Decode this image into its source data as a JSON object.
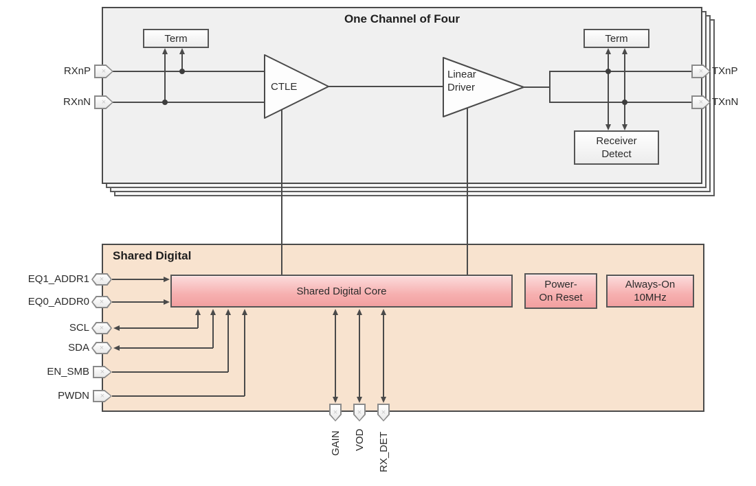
{
  "pin_glyph": "×",
  "top_block": {
    "title": "One Channel of Four",
    "term_left_label": "Term",
    "term_right_label": "Term",
    "ctle_label": "CTLE",
    "linear_driver_label": "Linear\nDriver",
    "receiver_detect_label": "Receiver\nDetect",
    "pin_rxnp": "RXnP",
    "pin_rxnn": "RXnN",
    "pin_txnp": "TXnP",
    "pin_txnn": "TXnN"
  },
  "shared_block": {
    "title": "Shared Digital",
    "core_label": "Shared Digital Core",
    "power_on_reset_label": "Power-\nOn Reset",
    "always_on_label": "Always-On\n10MHz",
    "pin_eq1": "EQ1_ADDR1",
    "pin_eq0": "EQ0_ADDR0",
    "pin_scl": "SCL",
    "pin_sda": "SDA",
    "pin_en_smb": "EN_SMB",
    "pin_pwdn": "PWDN",
    "pin_gain": "GAIN",
    "pin_vod": "VOD",
    "pin_rx_det": "RX_DET"
  },
  "colors": {
    "wire": "#4a4a4a",
    "top_block_fill": "#f0f0f0",
    "shared_block_fill": "#f8e3cf",
    "core_pink": "#f5abab"
  }
}
